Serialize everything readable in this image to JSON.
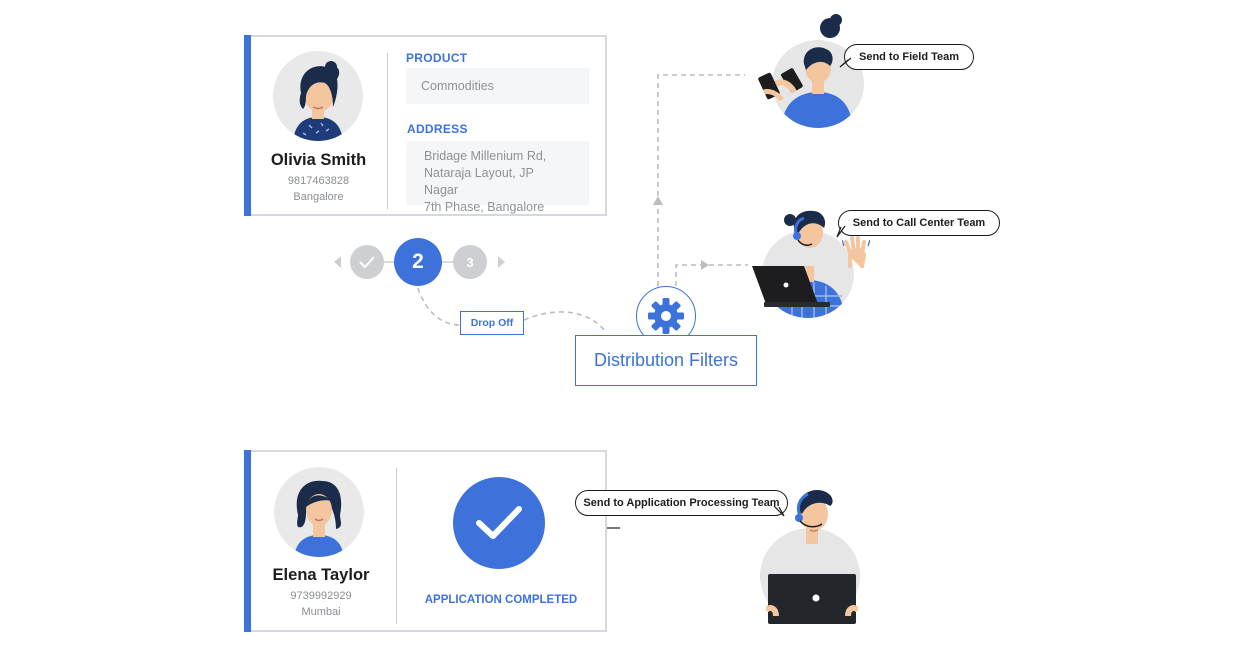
{
  "card_top": {
    "name": "Olivia Smith",
    "phone": "9817463828",
    "city": "Bangalore",
    "product_label": "PRODUCT",
    "product_value": "Commodities",
    "address_label": "ADDRESS",
    "address_lines": [
      "Bridage Millenium Rd,",
      "Nataraja Layout, JP Nagar",
      "7th Phase, Bangalore"
    ]
  },
  "stepper": {
    "active_step": "2",
    "next_step": "3"
  },
  "drop_off_label": "Drop Off",
  "filter_label": "Distribution Filters",
  "routes": {
    "field": "Send to Field Team",
    "call_center": "Send to Call Center Team",
    "app_processing": "Send to Application Processing Team"
  },
  "card_bottom": {
    "name": "Elena Taylor",
    "phone": "9739992929",
    "city": "Mumbai",
    "status": "APPLICATION COMPLETED"
  },
  "colors": {
    "accent": "#3d72db",
    "border": "#d5d8dd",
    "muted": "#8e9196",
    "step_inactive": "#cdcfd2",
    "dark": "#1d1d1f"
  }
}
